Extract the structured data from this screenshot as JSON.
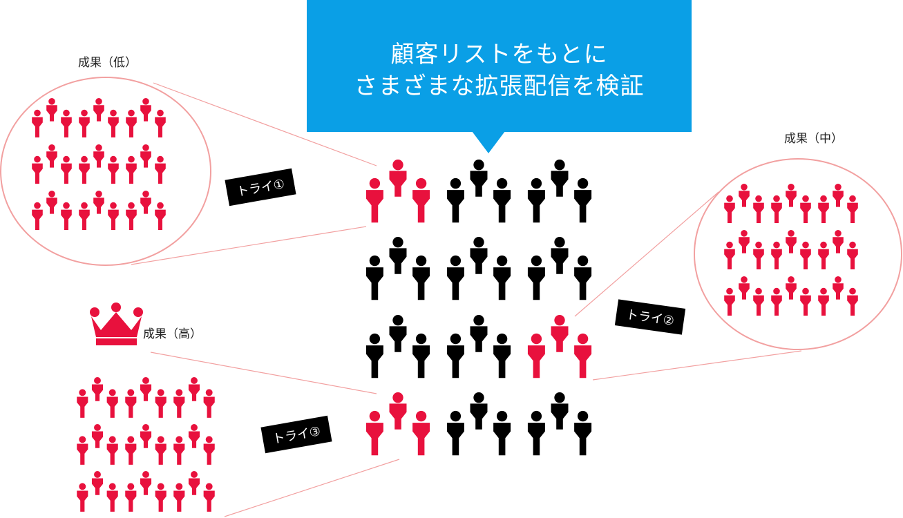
{
  "callout": {
    "line1": "顧客リストをもとに",
    "line2": "さまざまな拡張配信を検証"
  },
  "labels": {
    "low": "成果（低）",
    "mid": "成果（中）",
    "high": "成果（高）"
  },
  "tries": {
    "try1": "トライ①",
    "try2": "トライ②",
    "try3": "トライ③"
  },
  "colors": {
    "highlight": "#e8113d",
    "base": "#000000",
    "callout": "#0a9fe6",
    "circle": "#f2a0a0"
  },
  "grid": {
    "rows": 4,
    "cols": 3,
    "highlighted": [
      [
        0,
        0
      ],
      [
        2,
        2
      ],
      [
        3,
        0
      ]
    ]
  },
  "icons": {
    "group": "people-group-icon",
    "crown": "crown-icon"
  }
}
